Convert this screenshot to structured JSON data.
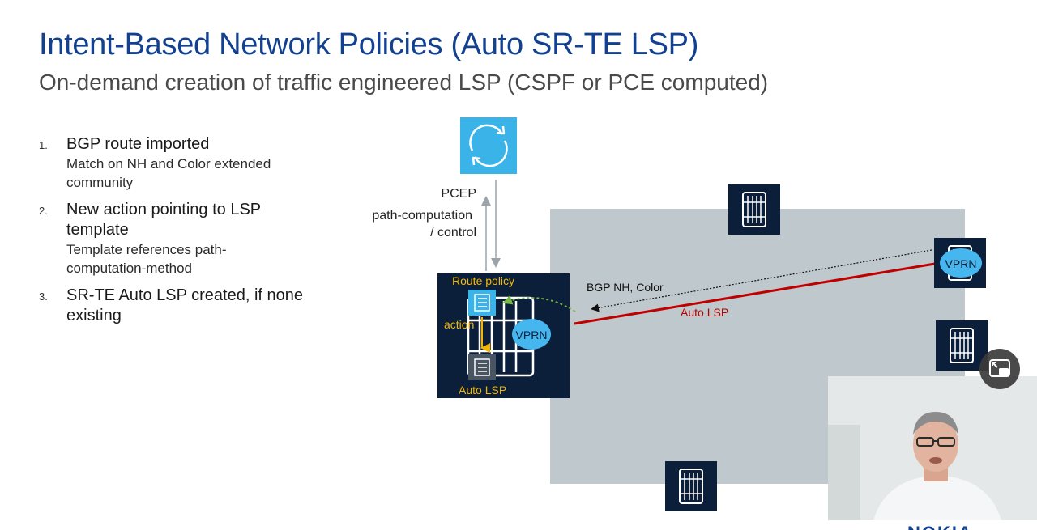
{
  "slide": {
    "title": "Intent-Based Network Policies (Auto SR-TE LSP)",
    "subtitle": "On-demand creation of traffic engineered LSP (CSPF or PCE computed)"
  },
  "steps": [
    {
      "num": "1.",
      "head": "BGP route imported",
      "sub": [
        "Match on NH and Color extended",
        "community"
      ]
    },
    {
      "num": "2.",
      "head": [
        "New action pointing to LSP",
        "template"
      ],
      "sub": [
        "Template references path-",
        "computation-method"
      ]
    },
    {
      "num": "3.",
      "head": [
        "SR-TE Auto LSP created, if none",
        "existing"
      ],
      "sub": []
    }
  ],
  "diagram": {
    "pcep_label": "PCEP",
    "path_label_1": "path-computation",
    "path_label_2": "/ control",
    "route_policy_label": "Route policy",
    "action_label": "action",
    "vprn_local": "VPRN",
    "auto_lsp_node_label": "Auto LSP",
    "bgp_label": "BGP NH, Color",
    "auto_lsp_link_label": "Auto LSP",
    "vprn_remote": "VPRN"
  },
  "brand": {
    "text": "NOKIA"
  },
  "colors": {
    "title": "#124191",
    "cloud": "#bfc8cc",
    "router": "#0b1f3a",
    "pce": "#3ab4e8",
    "vprn": "#45b6ee",
    "auto_lsp": "#c00000",
    "policy": "#f2b705",
    "arrow_green": "#7ab648"
  },
  "icons": [
    "refresh-icon",
    "router-icon",
    "policy-icon",
    "lsp-icon",
    "picture-in-picture-icon"
  ]
}
